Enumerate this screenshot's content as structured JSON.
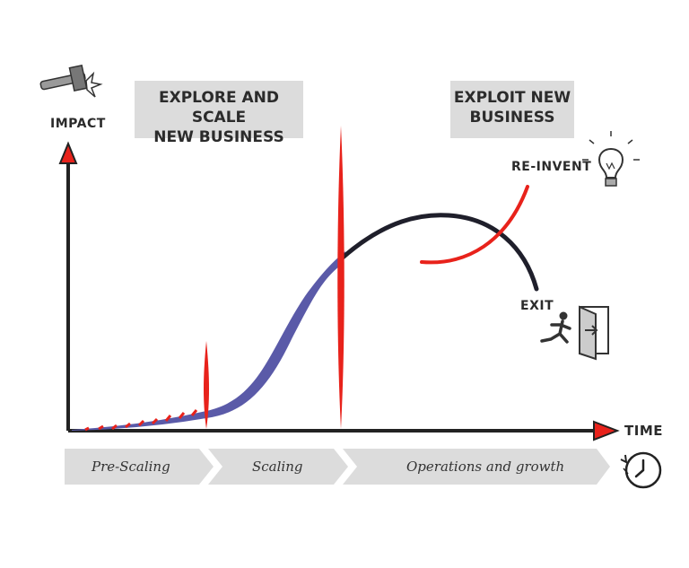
{
  "axis": {
    "y_label": "IMPACT",
    "x_label": "TIME"
  },
  "boxes": {
    "explore_line1": "EXPLORE AND SCALE",
    "explore_line2": "NEW BUSINESS",
    "exploit_line1": "EXPLOIT NEW",
    "exploit_line2": "BUSINESS"
  },
  "labels": {
    "reinvent": "RE-INVENT",
    "exit": "EXIT"
  },
  "phases": [
    "Pre-Scaling",
    "Scaling",
    "Operations and growth"
  ],
  "colors": {
    "scaling": "#5a5aa8",
    "marker": "#e8221b",
    "axis": "#222222",
    "curve": "#1f1f2b",
    "band": "#dcdcdc"
  },
  "icons": [
    "hammer-icon",
    "lightbulb-icon",
    "running-man-exit-icon",
    "clock-icon"
  ]
}
